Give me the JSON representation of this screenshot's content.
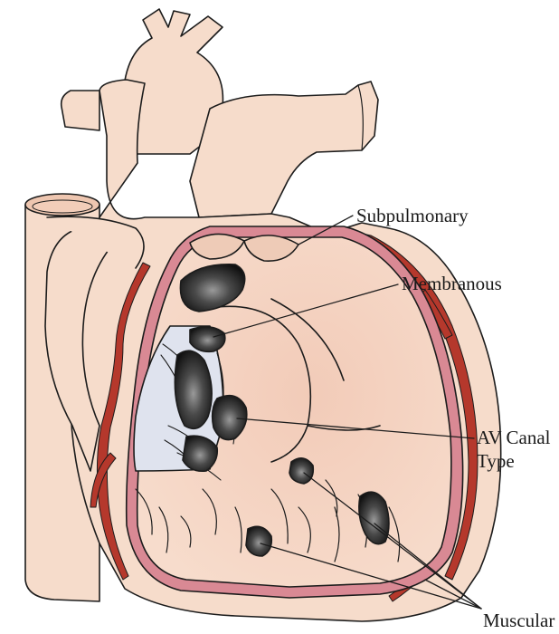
{
  "labels": {
    "subpulmonary": "Subpulmonary",
    "membranous": "Membranous",
    "av_canal_line1": "AV Canal",
    "av_canal_line2": "Type",
    "muscular": "Muscular"
  },
  "colors": {
    "tissue": "#f6dccb",
    "tissue_dark": "#eec6b0",
    "vessel_red": "#b5382c",
    "wall_pink": "#d98994",
    "septum_blue": "#dfe3ee",
    "outline": "#1c1c1c"
  }
}
